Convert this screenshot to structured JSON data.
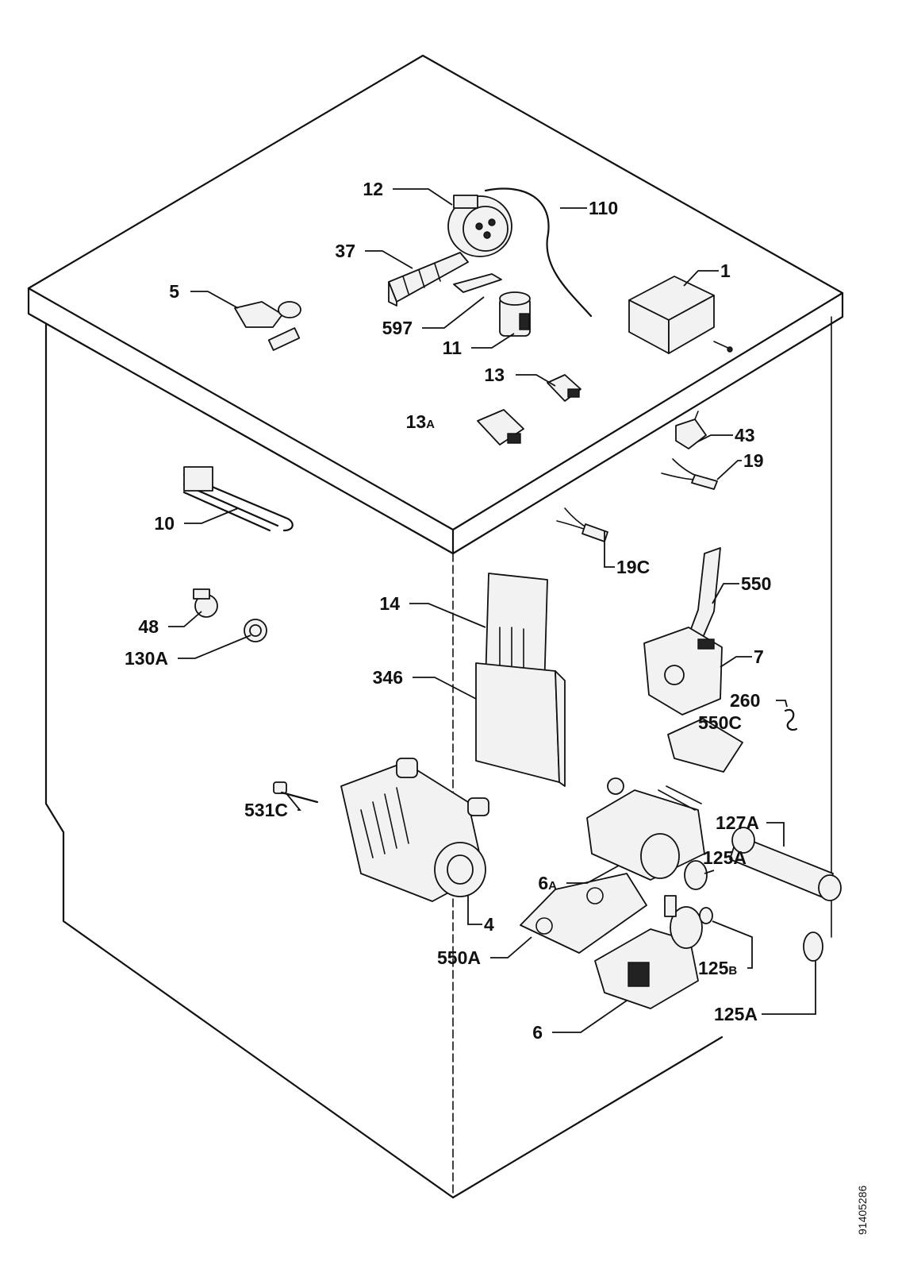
{
  "labels": {
    "p1": "1",
    "p4": "4",
    "p5": "5",
    "p6": "6",
    "p6a_main": "6",
    "p6a_sub": "A",
    "p7": "7",
    "p10": "10",
    "p11": "11",
    "p12": "12",
    "p13": "13",
    "p13a_main": "13",
    "p13a_sub": "A",
    "p14": "14",
    "p19": "19",
    "p19c": "19C",
    "p37": "37",
    "p43": "43",
    "p48": "48",
    "p110": "110",
    "p125a_top": "125A",
    "p125b_main": "125",
    "p125b_sub": "B",
    "p125a_bottom": "125A",
    "p127a": "127A",
    "p130a": "130A",
    "p260": "260",
    "p346": "346",
    "p531c": "531C",
    "p550": "550",
    "p550a": "550A",
    "p550c": "550C",
    "p597": "597"
  },
  "document_number": "91405286"
}
